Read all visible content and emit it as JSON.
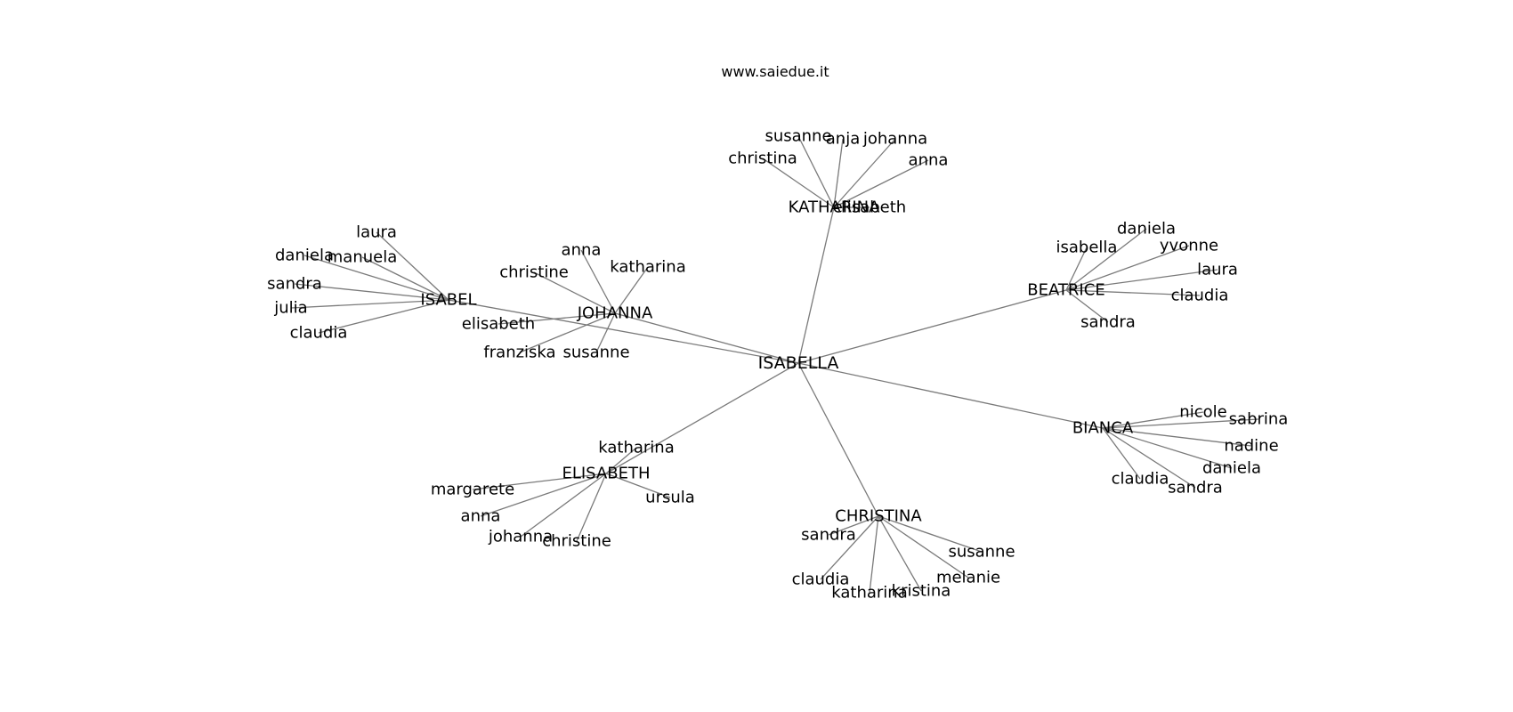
{
  "header": {
    "site": "www.saiedue.it"
  },
  "graph": {
    "center": "ISABELLA",
    "hubs": [
      {
        "name": "KATHARINA",
        "leaves": [
          "susanne",
          "anja",
          "johanna",
          "christina",
          "anna",
          "elisabeth"
        ]
      },
      {
        "name": "BEATRICE",
        "leaves": [
          "daniela",
          "isabella",
          "yvonne",
          "laura",
          "claudia",
          "sandra"
        ]
      },
      {
        "name": "ISABEL",
        "leaves": [
          "laura",
          "daniela",
          "manuela",
          "sandra",
          "julia",
          "claudia"
        ]
      },
      {
        "name": "JOHANNA",
        "leaves": [
          "anna",
          "christine",
          "katharina",
          "elisabeth",
          "franziska",
          "susanne"
        ]
      },
      {
        "name": "BIANCA",
        "leaves": [
          "nicole",
          "sabrina",
          "nadine",
          "daniela",
          "claudia",
          "sandra"
        ]
      },
      {
        "name": "ELISABETH",
        "leaves": [
          "katharina",
          "margarete",
          "ursula",
          "anna",
          "johanna",
          "christine"
        ]
      },
      {
        "name": "CHRISTINA",
        "leaves": [
          "sandra",
          "susanne",
          "melanie",
          "claudia",
          "kristina",
          "katharina"
        ]
      }
    ]
  }
}
